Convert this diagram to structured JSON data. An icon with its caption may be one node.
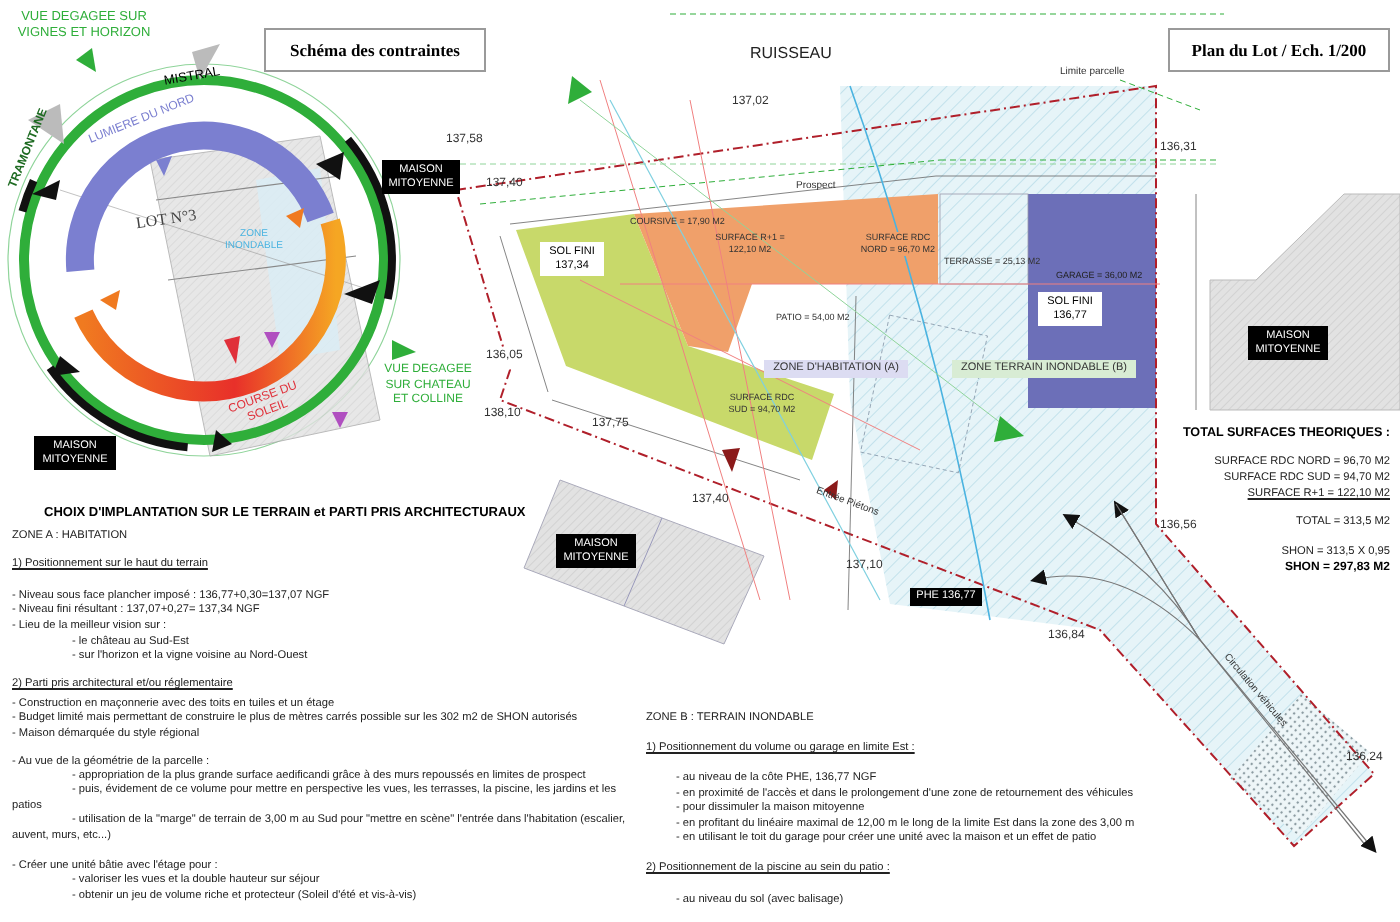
{
  "diagram": {
    "nodes": [
      {
        "text": [
          "Schéma des contraintes"
        ]
      },
      {
        "text": [
          "Plan du Lot / Ech. 1/200"
        ]
      },
      {
        "text": [
          "MAISON MITOYENNE"
        ]
      },
      {
        "text": [
          "MAISON MITOYENNE"
        ]
      },
      {
        "text": [
          "SOL FINI 137,34"
        ]
      },
      {
        "text": [
          "SOL FINI 136,77"
        ]
      },
      {
        "text": [
          "ZONE D'HABITATION (A)"
        ]
      },
      {
        "text": [
          "ZONE TERRAIN INONDABLE (B)"
        ]
      },
      {
        "text": [
          "MAISON MITOYENNE"
        ]
      },
      {
        "text": [
          "MAISON MITOYENNE"
        ]
      },
      {
        "text": [
          "PHE 136,77"
        ]
      }
    ],
    "labels": [
      "VUE DEGAGEE SUR VIGNES ET HORIZON",
      "MISTRAL",
      "TRAMONTANE",
      "LUMIERE DU NORD",
      "LOT N°3",
      "ZONE INONDABLE",
      "VUE DEGAGEE SUR CHATEAU ET COLLINE",
      "COURSE DU SOLEIL",
      "RUISSEAU",
      "Limite parcelle",
      "137,02",
      "137,58",
      "136,31",
      "137,40",
      "Prospect",
      "COURSIVE = 17,90 M2",
      "SURFACE R+1 = 122,10 M2",
      "SURFACE RDC NORD = 96,70 M2",
      "TERRASSE = 25,13 M2",
      "GARAGE = 36,00 M2",
      "PATIO = 54,00 M2",
      "136,05",
      "SURFACE RDC SUD = 94,70 M2",
      "138,10",
      "137,75",
      "137,40",
      "Entrée Piétons",
      "137,10",
      "136,56",
      "136,84",
      "Circulation véhicules",
      "136,24",
      "TOTAL SURFACES THEORIQUES :",
      "SURFACE RDC NORD = 96,70 M2",
      "SURFACE RDC SUD = 94,70 M2",
      "SURFACE R+1 = 122,10 M2",
      "TOTAL = 313,5 M2",
      "SHON = 313,5 X 0,95",
      "SHON = 297,83 M2",
      "CHOIX D'IMPLANTATION SUR LE TERRAIN et PARTI PRIS ARCHITECTURAUX",
      "ZONE A : HABITATION",
      "1) Positionnement sur le haut du terrain",
      "- Niveau sous face plancher imposé : 136,77+0,30=137,07 NGF",
      "- Niveau fini résultant : 137,07+0,27= 137,34 NGF",
      "- Lieu de la meilleur vision sur :",
      "- le château au Sud-Est",
      "- sur l'horizon et la vigne voisine au Nord-Ouest",
      "2) Parti pris architectural et/ou réglementaire",
      "- Construction en maçonnerie avec des toits en tuiles et un étage",
      "- Budget limité mais permettant de construire le plus de mètres carrés possible sur les 302 m2 de SHON autorisés",
      "- Maison démarquée du style régional",
      "- Au vue de la géométrie de la parcelle :",
      "- appropriation de la plus grande surface aedificandi grâce à des murs repoussés en limites de prospect",
      "- puis, évidement de ce volume pour mettre en perspective les vues, les terrasses, la piscine, les jardins et les patios",
      "- utilisation de la \"marge\" de terrain de 3,00 m au Sud pour \"mettre en scène\" l'entrée dans l'habitation (escalier, auvent, murs, etc...)",
      "- Créer une unité bâtie avec l'étage pour :",
      "- valoriser les vues et la double hauteur sur séjour",
      "- obtenir un jeu de volume riche et protecteur (Soleil d'été et vis-à-vis)",
      "ZONE B : TERRAIN INONDABLE",
      "1) Positionnement du volume ou garage en limite Est :",
      "- au niveau de la côte PHE, 136,77 NGF",
      "- en proximité de l'accès et dans le prolongement d'une zone de retournement des véhicules",
      "- pour dissimuler la maison mitoyenne",
      "- en profitant du linéaire maximal de 12,00 m le long de la limite Est dans la zone des 3,00 m",
      "- en utilisant le toit du garage pour créer une unité avec la maison et un effet de patio",
      "2) Positionnement de la piscine au sein du patio :",
      "- au niveau du sol (avec balisage)"
    ]
  }
}
